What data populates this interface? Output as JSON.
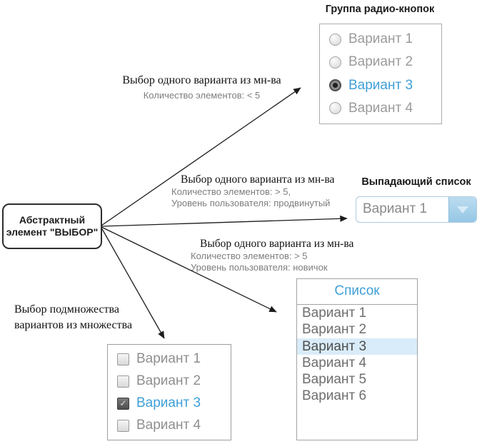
{
  "abstract_element": {
    "line1": "Абстрактный",
    "line2": "элемент \"ВЫБОР\""
  },
  "labels": {
    "to_radio": {
      "line1": "Выбор одного варианта из мн-ва",
      "line2": "Количество элементов: < 5"
    },
    "to_dropdown": {
      "line1": "Выбор одного варианта из мн-ва",
      "line2": "Количество элементов: > 5,",
      "line3": "Уровень пользователя: продвинутый"
    },
    "to_list": {
      "line1": "Выбор одного варианта из мн-ва",
      "line2": "Количество элементов: > 5",
      "line3": "Уровень пользователя: новичок"
    },
    "to_checkbox": {
      "line1": "Выбор подмножества",
      "line2": "вариантов из множества"
    }
  },
  "radio_group": {
    "title": "Группа радио-кнопок",
    "items": [
      {
        "label": "Вариант 1",
        "selected": false
      },
      {
        "label": "Вариант 2",
        "selected": false
      },
      {
        "label": "Вариант 3",
        "selected": true
      },
      {
        "label": "Вариант 4",
        "selected": false
      }
    ]
  },
  "dropdown": {
    "title": "Выпадающий список",
    "value": "Вариант 1"
  },
  "list_box": {
    "title": "Список",
    "items": [
      "Вариант 1",
      "Вариант 2",
      "Вариант 3",
      "Вариант 4",
      "Вариант 5",
      "Вариант 6"
    ],
    "selected_index": 2
  },
  "checkbox_group": {
    "check_glyph": "✓",
    "items": [
      {
        "label": "Вариант 1",
        "checked": false
      },
      {
        "label": "Вариант 2",
        "checked": false
      },
      {
        "label": "Вариант 3",
        "checked": true
      },
      {
        "label": "Вариант 4",
        "checked": false
      }
    ]
  },
  "colors": {
    "accent_blue": "#3f9fd8",
    "list_highlight": "#d9ecf9",
    "gray_subtext": "#7d7d7d",
    "arrow": "#1c1c1c"
  }
}
